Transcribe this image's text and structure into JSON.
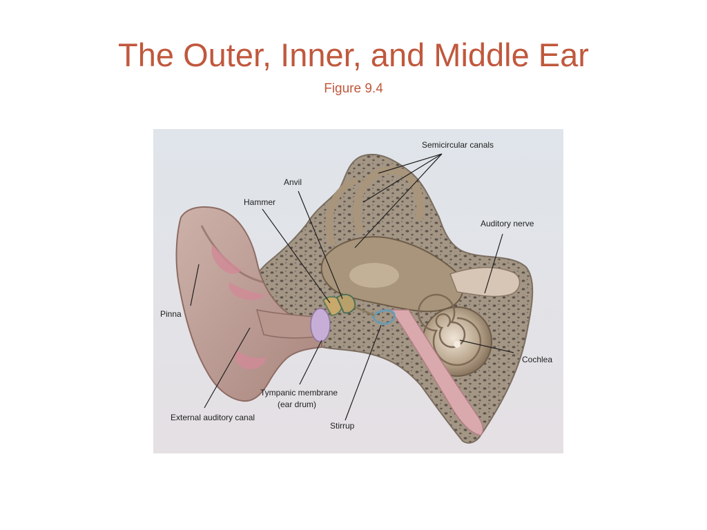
{
  "slide": {
    "title": "The Outer, Inner, and Middle Ear",
    "subtitle": "Figure 9.4"
  },
  "labels": {
    "semicircular": "Semicircular canals",
    "anvil": "Anvil",
    "hammer": "Hammer",
    "auditory_nerve": "Auditory nerve",
    "pinna": "Pinna",
    "cochlea": "Cochlea",
    "tympanic_line1": "Tympanic membrane",
    "tympanic_line2": "(ear drum)",
    "external_canal": "External auditory canal",
    "stirrup": "Stirrup"
  },
  "colors": {
    "title": "#c0583d",
    "background_top": "#dfe5ea",
    "background_bottom": "#e5e0e4",
    "bone": "#9b8d7e",
    "bone_pores": "#5b524b",
    "skin": "#c5a8a0",
    "skin_dark": "#8d6b63",
    "inner_ear": "#a8957b",
    "inner_ear_dark": "#6e5c48",
    "eardrum": "#c6aed6",
    "tissue_pink": "#d08b97",
    "nerve": "#d7c5b6"
  }
}
